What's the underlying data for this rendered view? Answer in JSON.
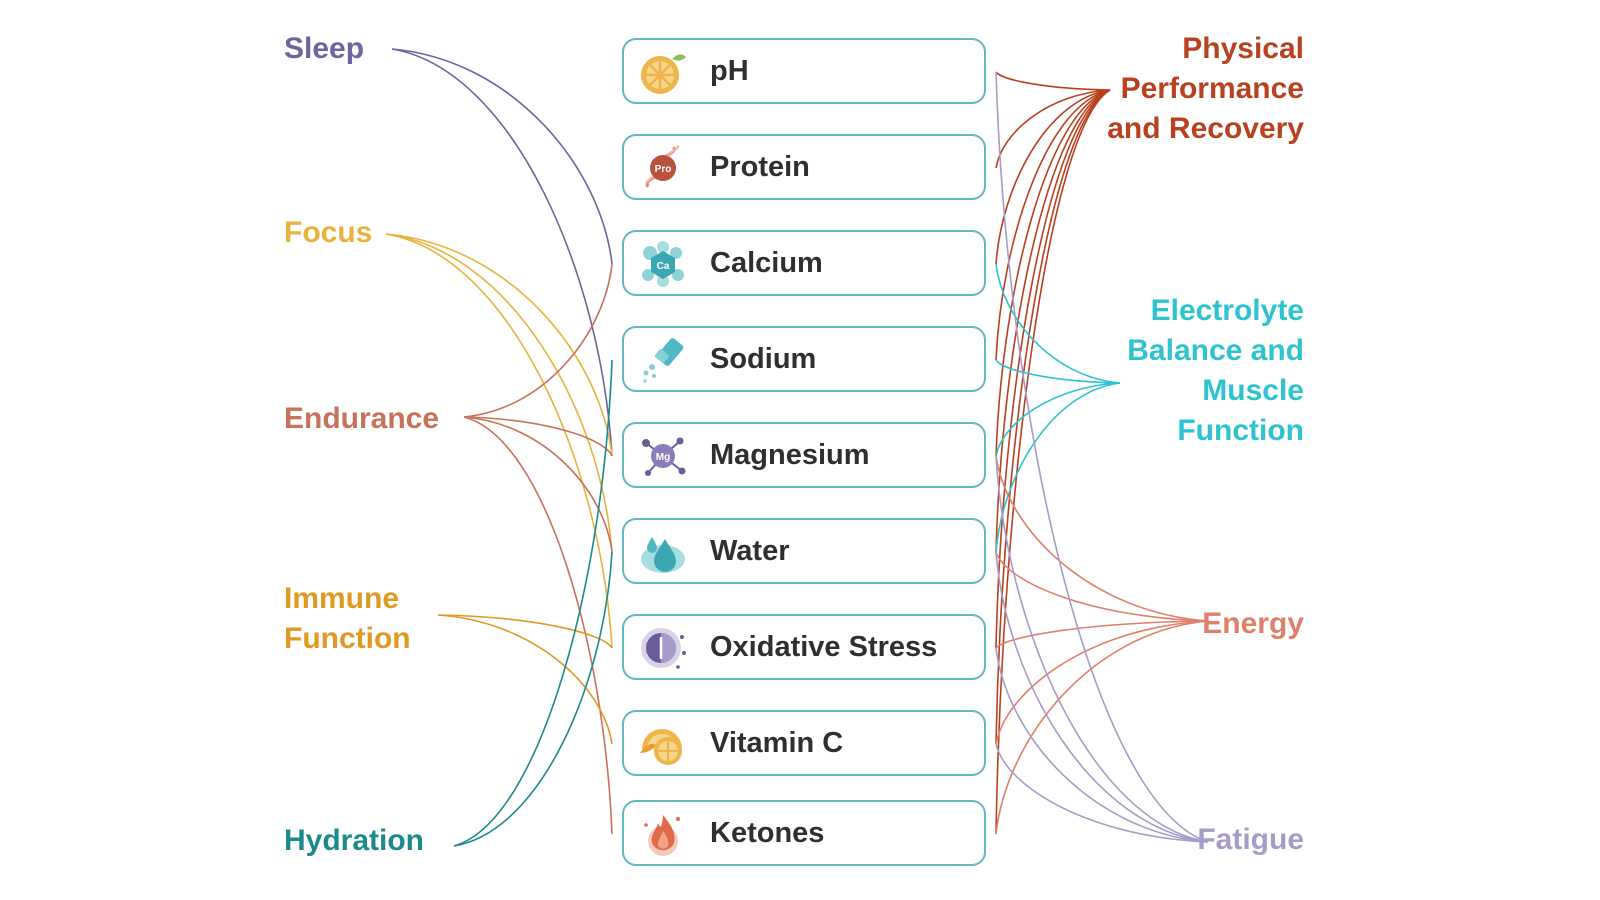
{
  "colors": {
    "sleep": "#6d64a0",
    "focus": "#e8b33c",
    "endurance": "#c8725a",
    "immune": "#e09a24",
    "hydration": "#1c8a8c",
    "physical": "#b8411f",
    "electrolyte": "#2ec3cf",
    "energy": "#e0806a",
    "fatigue": "#a79cc9",
    "box_border": "#63b8c0"
  },
  "left_labels": [
    {
      "id": "sleep",
      "lines": [
        "Sleep"
      ]
    },
    {
      "id": "focus",
      "lines": [
        "Focus"
      ]
    },
    {
      "id": "endurance",
      "lines": [
        "Endurance"
      ]
    },
    {
      "id": "immune",
      "lines": [
        "Immune",
        "Function"
      ]
    },
    {
      "id": "hydration",
      "lines": [
        "Hydration"
      ]
    }
  ],
  "right_labels": [
    {
      "id": "physical",
      "lines": [
        "Physical",
        "Performance",
        "and Recovery"
      ]
    },
    {
      "id": "electrolyte",
      "lines": [
        "Electrolyte",
        "Balance and",
        "Muscle",
        "Function"
      ]
    },
    {
      "id": "energy",
      "lines": [
        "Energy"
      ]
    },
    {
      "id": "fatigue",
      "lines": [
        "Fatigue"
      ]
    }
  ],
  "biomarkers": [
    {
      "id": "ph",
      "label": "pH",
      "icon": "citrus-slice-icon"
    },
    {
      "id": "protein",
      "label": "Protein",
      "icon": "protein-strand-icon",
      "icon_text": "Pro"
    },
    {
      "id": "calcium",
      "label": "Calcium",
      "icon": "calcium-hexagon-icon",
      "icon_text": "Ca"
    },
    {
      "id": "sodium",
      "label": "Sodium",
      "icon": "salt-shaker-icon"
    },
    {
      "id": "magnesium",
      "label": "Magnesium",
      "icon": "magnesium-molecule-icon",
      "icon_text": "Mg"
    },
    {
      "id": "water",
      "label": "Water",
      "icon": "water-drop-icon"
    },
    {
      "id": "oxidative",
      "label": "Oxidative Stress",
      "icon": "oxidative-stress-icon"
    },
    {
      "id": "vitaminc",
      "label": "Vitamin C",
      "icon": "lemon-slices-icon"
    },
    {
      "id": "ketones",
      "label": "Ketones",
      "icon": "flame-icon"
    }
  ],
  "links_left": [
    {
      "from": "sleep",
      "to": "calcium"
    },
    {
      "from": "sleep",
      "to": "magnesium"
    },
    {
      "from": "focus",
      "to": "magnesium"
    },
    {
      "from": "focus",
      "to": "water"
    },
    {
      "from": "focus",
      "to": "oxidative"
    },
    {
      "from": "endurance",
      "to": "calcium"
    },
    {
      "from": "endurance",
      "to": "magnesium"
    },
    {
      "from": "endurance",
      "to": "water"
    },
    {
      "from": "endurance",
      "to": "ketones"
    },
    {
      "from": "immune",
      "to": "oxidative"
    },
    {
      "from": "immune",
      "to": "vitaminc"
    },
    {
      "from": "hydration",
      "to": "sodium"
    },
    {
      "from": "hydration",
      "to": "water"
    }
  ],
  "links_right": [
    {
      "from": "ph",
      "to": "physical"
    },
    {
      "from": "protein",
      "to": "physical"
    },
    {
      "from": "calcium",
      "to": "physical"
    },
    {
      "from": "sodium",
      "to": "physical"
    },
    {
      "from": "magnesium",
      "to": "physical"
    },
    {
      "from": "water",
      "to": "physical"
    },
    {
      "from": "oxidative",
      "to": "physical"
    },
    {
      "from": "vitaminc",
      "to": "physical"
    },
    {
      "from": "ketones",
      "to": "physical"
    },
    {
      "from": "calcium",
      "to": "electrolyte"
    },
    {
      "from": "sodium",
      "to": "electrolyte"
    },
    {
      "from": "magnesium",
      "to": "electrolyte"
    },
    {
      "from": "water",
      "to": "electrolyte"
    },
    {
      "from": "magnesium",
      "to": "energy"
    },
    {
      "from": "water",
      "to": "energy"
    },
    {
      "from": "oxidative",
      "to": "energy"
    },
    {
      "from": "vitaminc",
      "to": "energy"
    },
    {
      "from": "ketones",
      "to": "energy"
    },
    {
      "from": "ph",
      "to": "fatigue"
    },
    {
      "from": "magnesium",
      "to": "fatigue"
    },
    {
      "from": "water",
      "to": "fatigue"
    },
    {
      "from": "oxidative",
      "to": "fatigue"
    },
    {
      "from": "vitaminc",
      "to": "fatigue"
    }
  ]
}
